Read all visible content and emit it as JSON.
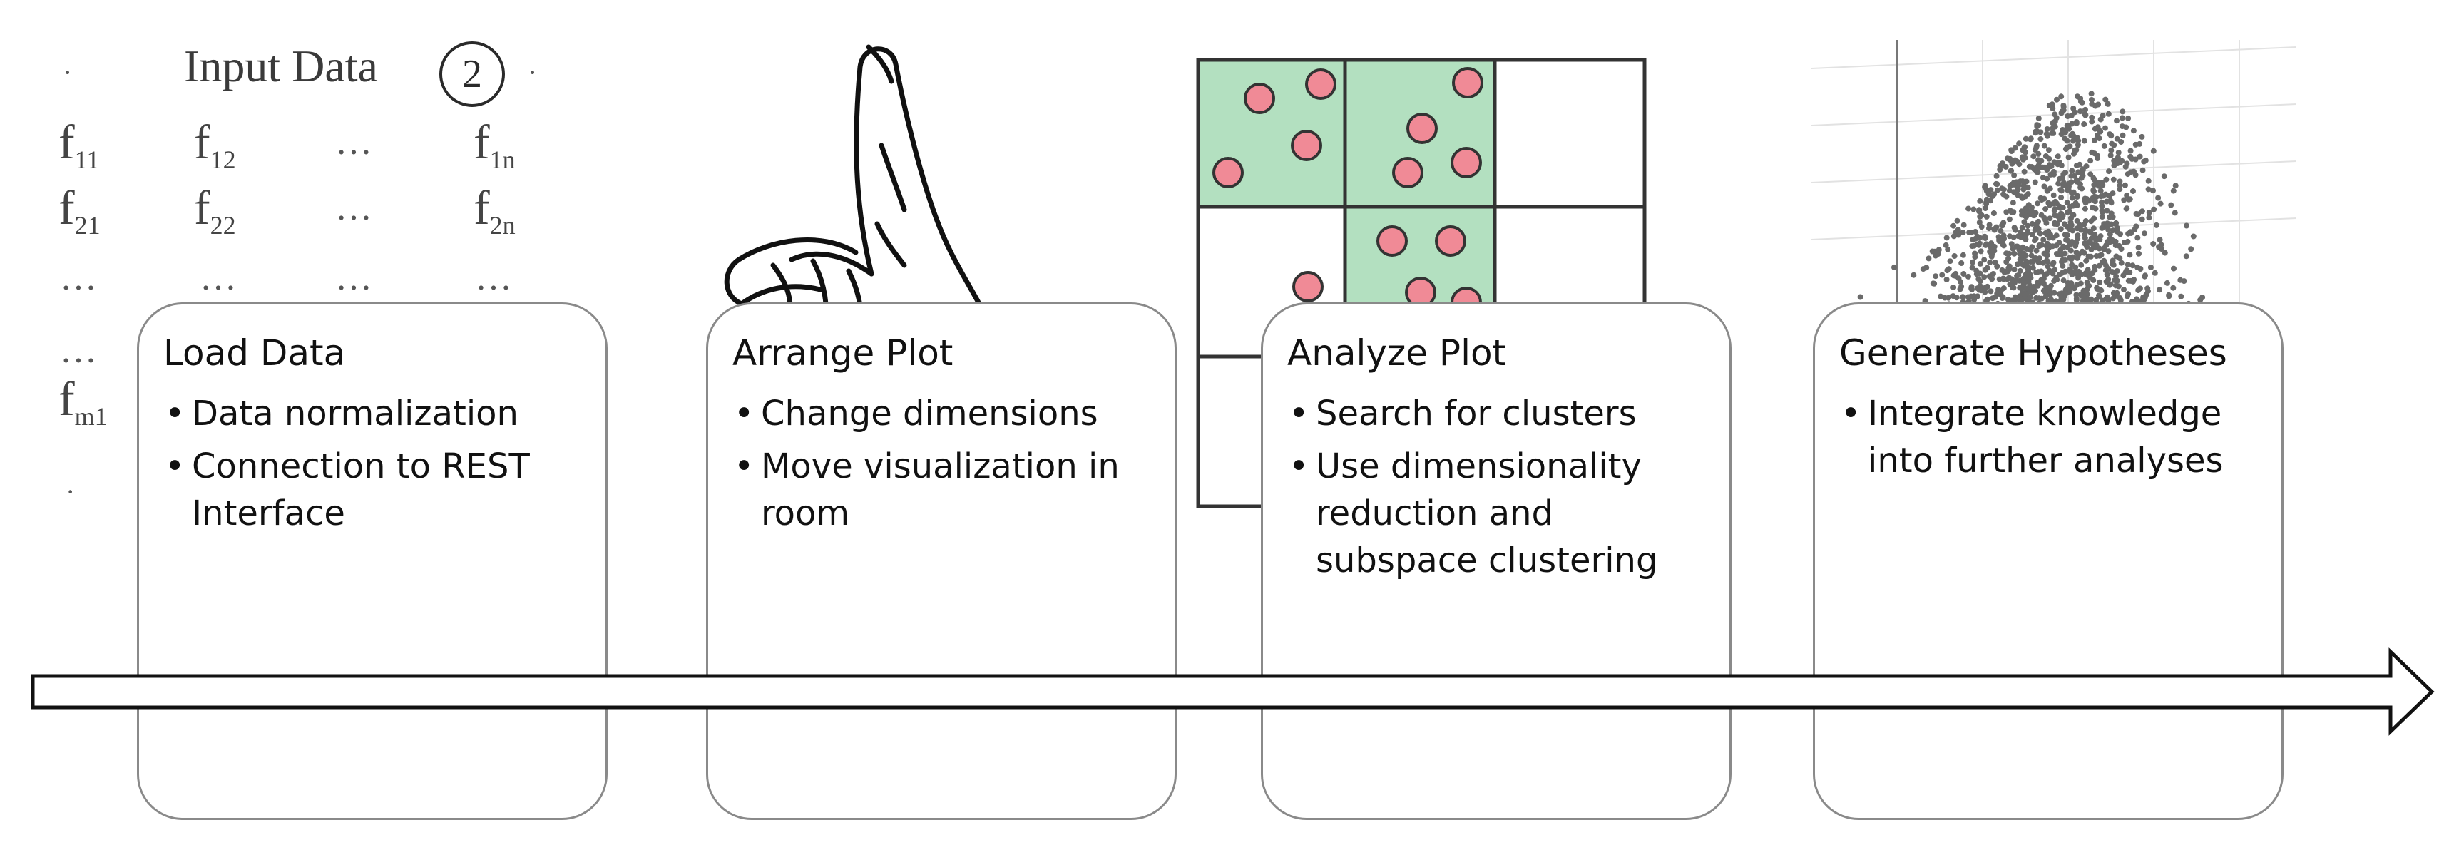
{
  "input_data": {
    "title": "Input Data",
    "step_number": "2",
    "rows": [
      [
        {
          "base": "f",
          "sub": "11"
        },
        {
          "base": "f",
          "sub": "12"
        },
        {
          "base": "…",
          "sub": ""
        },
        {
          "base": "f",
          "sub": "1n"
        }
      ],
      [
        {
          "base": "f",
          "sub": "21"
        },
        {
          "base": "f",
          "sub": "22"
        },
        {
          "base": "…",
          "sub": ""
        },
        {
          "base": "f",
          "sub": "2n"
        }
      ],
      [
        {
          "base": "…",
          "sub": ""
        },
        {
          "base": "…",
          "sub": ""
        },
        {
          "base": "…",
          "sub": ""
        },
        {
          "base": "…",
          "sub": ""
        }
      ],
      [
        {
          "base": "…",
          "sub": ""
        },
        {
          "base": "",
          "sub": ""
        },
        {
          "base": "",
          "sub": ""
        },
        {
          "base": "",
          "sub": ""
        }
      ],
      [
        {
          "base": "f",
          "sub": "m1"
        },
        {
          "base": "",
          "sub": ""
        },
        {
          "base": "",
          "sub": ""
        },
        {
          "base": "",
          "sub": ""
        }
      ]
    ]
  },
  "stages": [
    {
      "title": "Load Data",
      "items": [
        "Data normalization",
        "Connection to REST Interface"
      ]
    },
    {
      "title": "Arrange Plot",
      "items": [
        "Change dimensions",
        "Move visualization in room"
      ]
    },
    {
      "title": "Analyze Plot",
      "items": [
        "Search for clusters",
        "Use dimensionality reduction and subspace clustering"
      ]
    },
    {
      "title": "Generate Hypotheses",
      "items": [
        "Integrate knowledge into further analyses"
      ]
    }
  ],
  "bullet_symbol": "•",
  "colors": {
    "cluster_fill": "#b3e0c0",
    "point_fill": "#f08a96",
    "scatter_points": "#6a6a6a",
    "box_border": "#8a8a8a"
  }
}
